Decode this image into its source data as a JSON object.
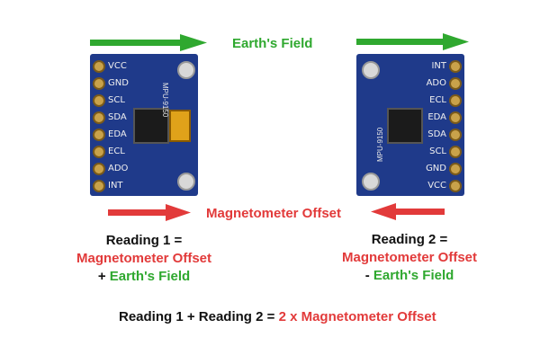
{
  "colors": {
    "green": "#2fa82f",
    "red": "#e23a3a",
    "board": "#1f3a8a",
    "pad": "#c9a24a"
  },
  "top_label": "Earth's Field",
  "middle_label": "Magnetometer Offset",
  "left_board": {
    "pins": [
      "VCC",
      "GND",
      "SCL",
      "SDA",
      "EDA",
      "ECL",
      "ADO",
      "INT"
    ],
    "chip_text": "MPU-9150"
  },
  "right_board": {
    "pins": [
      "INT",
      "ADO",
      "ECL",
      "EDA",
      "SDA",
      "SCL",
      "GND",
      "VCC"
    ],
    "chip_text": "MPU-9150"
  },
  "reading1": {
    "title": "Reading 1 =",
    "offset": "Magnetometer Offset",
    "op": "+",
    "field": "Earth's Field"
  },
  "reading2": {
    "title": "Reading 2 =",
    "offset": "Magnetometer Offset",
    "op": "-",
    "field": "Earth's Field"
  },
  "equation": {
    "lhs": "Reading 1 + Reading 2 =",
    "rhs": "2 x Magnetometer Offset"
  }
}
